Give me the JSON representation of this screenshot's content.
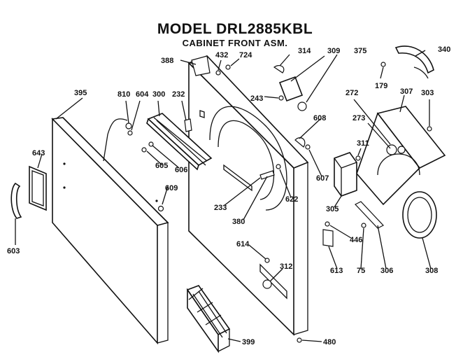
{
  "diagram": {
    "title": "MODEL DRL2885KBL",
    "subtitle": "CABINET FRONT ASM.",
    "callouts": [
      {
        "id": "c340",
        "label": "340"
      },
      {
        "id": "c314",
        "label": "314"
      },
      {
        "id": "c309",
        "label": "309"
      },
      {
        "id": "c375",
        "label": "375"
      },
      {
        "id": "c432",
        "label": "432"
      },
      {
        "id": "c724",
        "label": "724"
      },
      {
        "id": "c388",
        "label": "388"
      },
      {
        "id": "c179",
        "label": "179"
      },
      {
        "id": "c307",
        "label": "307"
      },
      {
        "id": "c303",
        "label": "303"
      },
      {
        "id": "c272",
        "label": "272"
      },
      {
        "id": "c395",
        "label": "395"
      },
      {
        "id": "c810",
        "label": "810"
      },
      {
        "id": "c604",
        "label": "604"
      },
      {
        "id": "c300",
        "label": "300"
      },
      {
        "id": "c232",
        "label": "232"
      },
      {
        "id": "c243",
        "label": "243"
      },
      {
        "id": "c608",
        "label": "608"
      },
      {
        "id": "c273",
        "label": "273"
      },
      {
        "id": "c311",
        "label": "311"
      },
      {
        "id": "c643",
        "label": "643"
      },
      {
        "id": "c605",
        "label": "605"
      },
      {
        "id": "c606",
        "label": "606"
      },
      {
        "id": "c607",
        "label": "607"
      },
      {
        "id": "c609",
        "label": "609"
      },
      {
        "id": "c622",
        "label": "622"
      },
      {
        "id": "c233",
        "label": "233"
      },
      {
        "id": "c305",
        "label": "305"
      },
      {
        "id": "c380",
        "label": "380"
      },
      {
        "id": "c603",
        "label": "603"
      },
      {
        "id": "c446",
        "label": "446"
      },
      {
        "id": "c614",
        "label": "614"
      },
      {
        "id": "c312",
        "label": "312"
      },
      {
        "id": "c613",
        "label": "613"
      },
      {
        "id": "c75",
        "label": "75"
      },
      {
        "id": "c306",
        "label": "306"
      },
      {
        "id": "c308",
        "label": "308"
      },
      {
        "id": "c399",
        "label": "399"
      },
      {
        "id": "c480",
        "label": "480"
      }
    ]
  }
}
